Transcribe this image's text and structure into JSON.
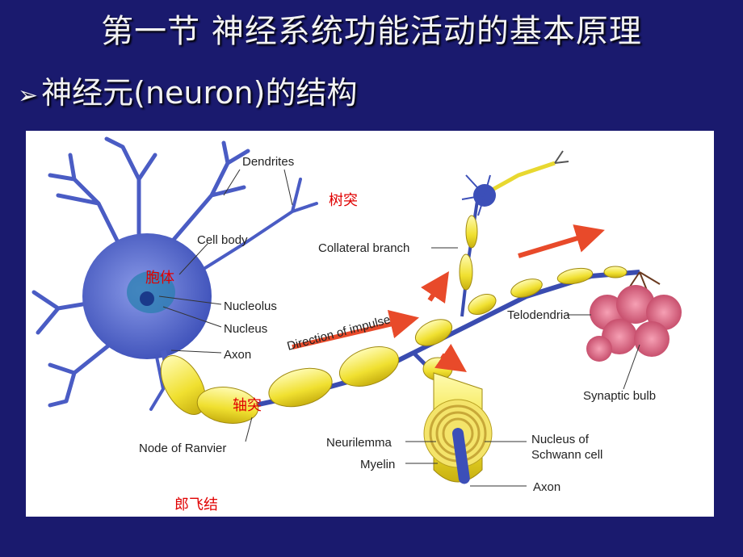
{
  "slide": {
    "title": "第一节  神经系统功能活动的基本原理",
    "subtitle_bullet": "➢",
    "subtitle": "神经元(neuron)的结构"
  },
  "diagram": {
    "labels_en": {
      "dendrites": "Dendrites",
      "cell_body": "Cell body",
      "nucleolus": "Nucleolus",
      "nucleus": "Nucleus",
      "axon_top": "Axon",
      "collateral_branch": "Collateral branch",
      "direction_of_impulse": "Direction of impulse",
      "telodendria": "Telodendria",
      "synaptic_bulb": "Synaptic bulb",
      "node_of_ranvier": "Node of Ranvier",
      "neurilemma": "Neurilemma",
      "myelin": "Myelin",
      "nucleus_of_schwann_1": "Nucleus of",
      "nucleus_of_schwann_2": "Schwann cell",
      "axon_bottom": "Axon"
    },
    "labels_cn": {
      "dendrite": "树突",
      "cell_body": "胞体",
      "axon": "轴突",
      "node_ranvier": "郎飞结"
    }
  },
  "colors": {
    "background": "#1a1a6e",
    "panel": "#ffffff",
    "annotation_red": "#e00000",
    "cell_blue": "#5a6fd0",
    "myelin_yellow": "#f2e640"
  }
}
